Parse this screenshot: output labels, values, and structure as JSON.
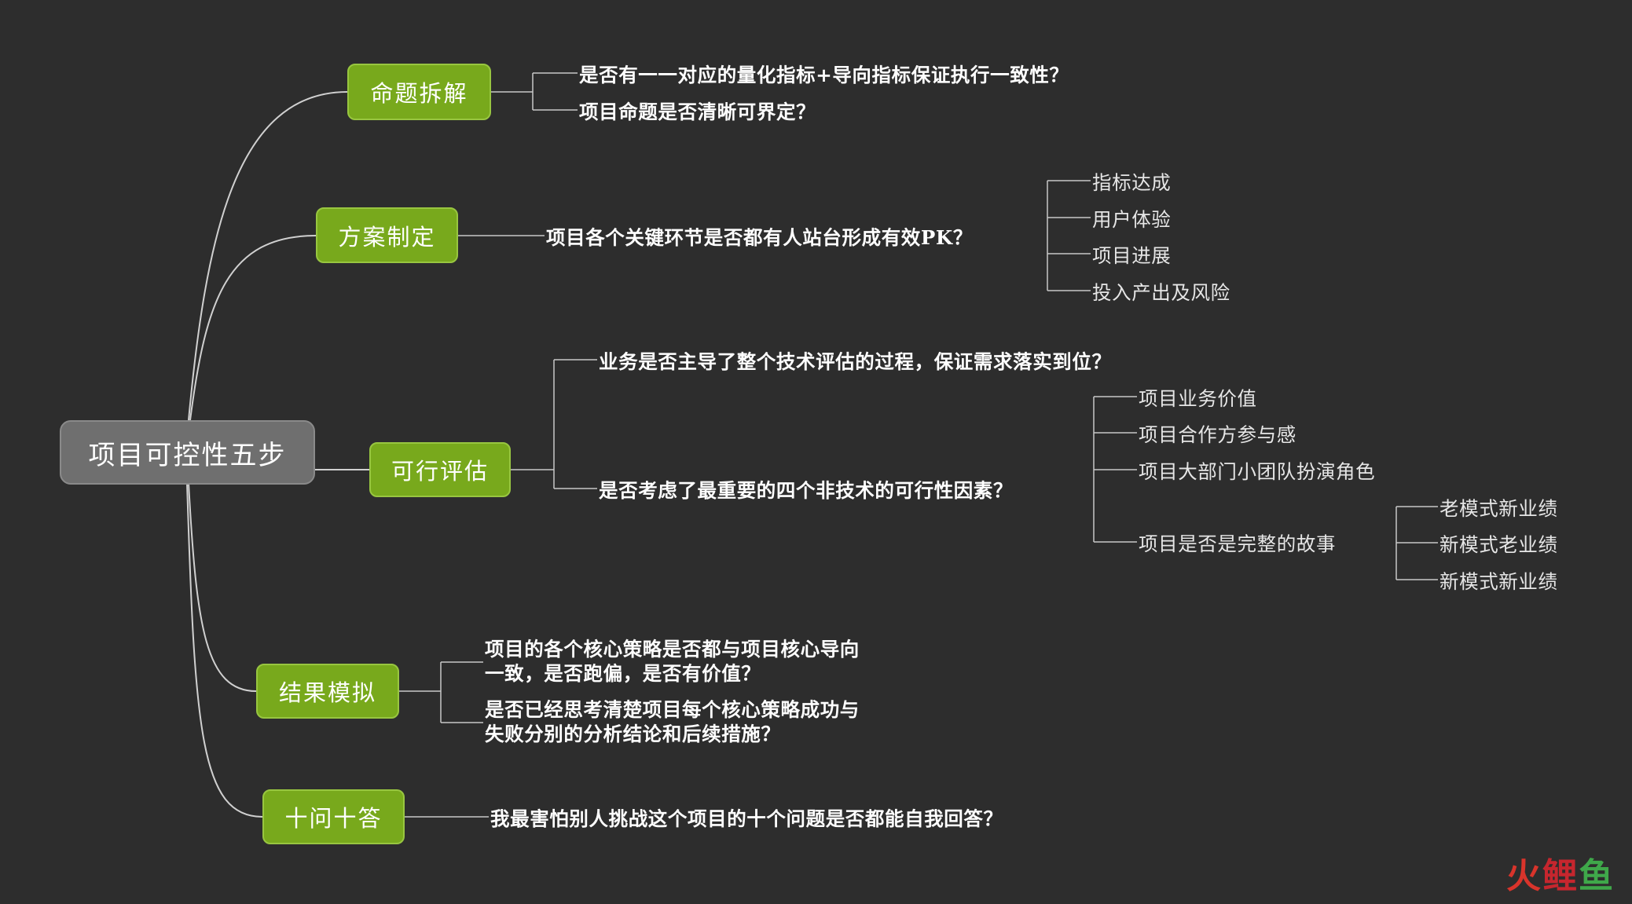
{
  "root": {
    "label": "项目可控性五步"
  },
  "branches": [
    {
      "label": "命题拆解",
      "items": [
        {
          "text": "是否有一一对应的量化指标+导向指标保证执行一致性？"
        },
        {
          "text": "项目命题是否清晰可界定？"
        }
      ]
    },
    {
      "label": "方案制定",
      "items": [
        {
          "text": "项目各个关键环节是否都有人站台形成有效PK？",
          "children": [
            {
              "text": "指标达成"
            },
            {
              "text": "用户体验"
            },
            {
              "text": "项目进展"
            },
            {
              "text": "投入产出及风险"
            }
          ]
        }
      ]
    },
    {
      "label": "可行评估",
      "items": [
        {
          "text": "业务是否主导了整个技术评估的过程，保证需求落实到位？"
        },
        {
          "text": "是否考虑了最重要的四个非技术的可行性因素？",
          "children": [
            {
              "text": "项目业务价值"
            },
            {
              "text": "项目合作方参与感"
            },
            {
              "text": "项目大部门小团队扮演角色"
            },
            {
              "text": "项目是否是完整的故事",
              "children": [
                {
                  "text": "老模式新业绩"
                },
                {
                  "text": "新模式老业绩"
                },
                {
                  "text": "新模式新业绩"
                }
              ]
            }
          ]
        }
      ]
    },
    {
      "label": "结果模拟",
      "items": [
        {
          "lines": [
            "项目的各个核心策略是否都与项目核心导向",
            "一致，是否跑偏，是否有价值？"
          ]
        },
        {
          "lines": [
            "是否已经思考清楚项目每个核心策略成功与",
            "失败分别的分析结论和后续措施？"
          ]
        }
      ]
    },
    {
      "label": "十问十答",
      "items": [
        {
          "text": "我最害怕别人挑战这个项目的十个问题是否都能自我回答？"
        }
      ]
    }
  ],
  "watermark": {
    "part1": "火",
    "part2": "鲤",
    "part3": "鱼"
  },
  "colors": {
    "background": "#2d2d2d",
    "root_fill": "#6f6f6f",
    "branch_fill": "#78a91c",
    "connector": "#cfcfcf"
  }
}
